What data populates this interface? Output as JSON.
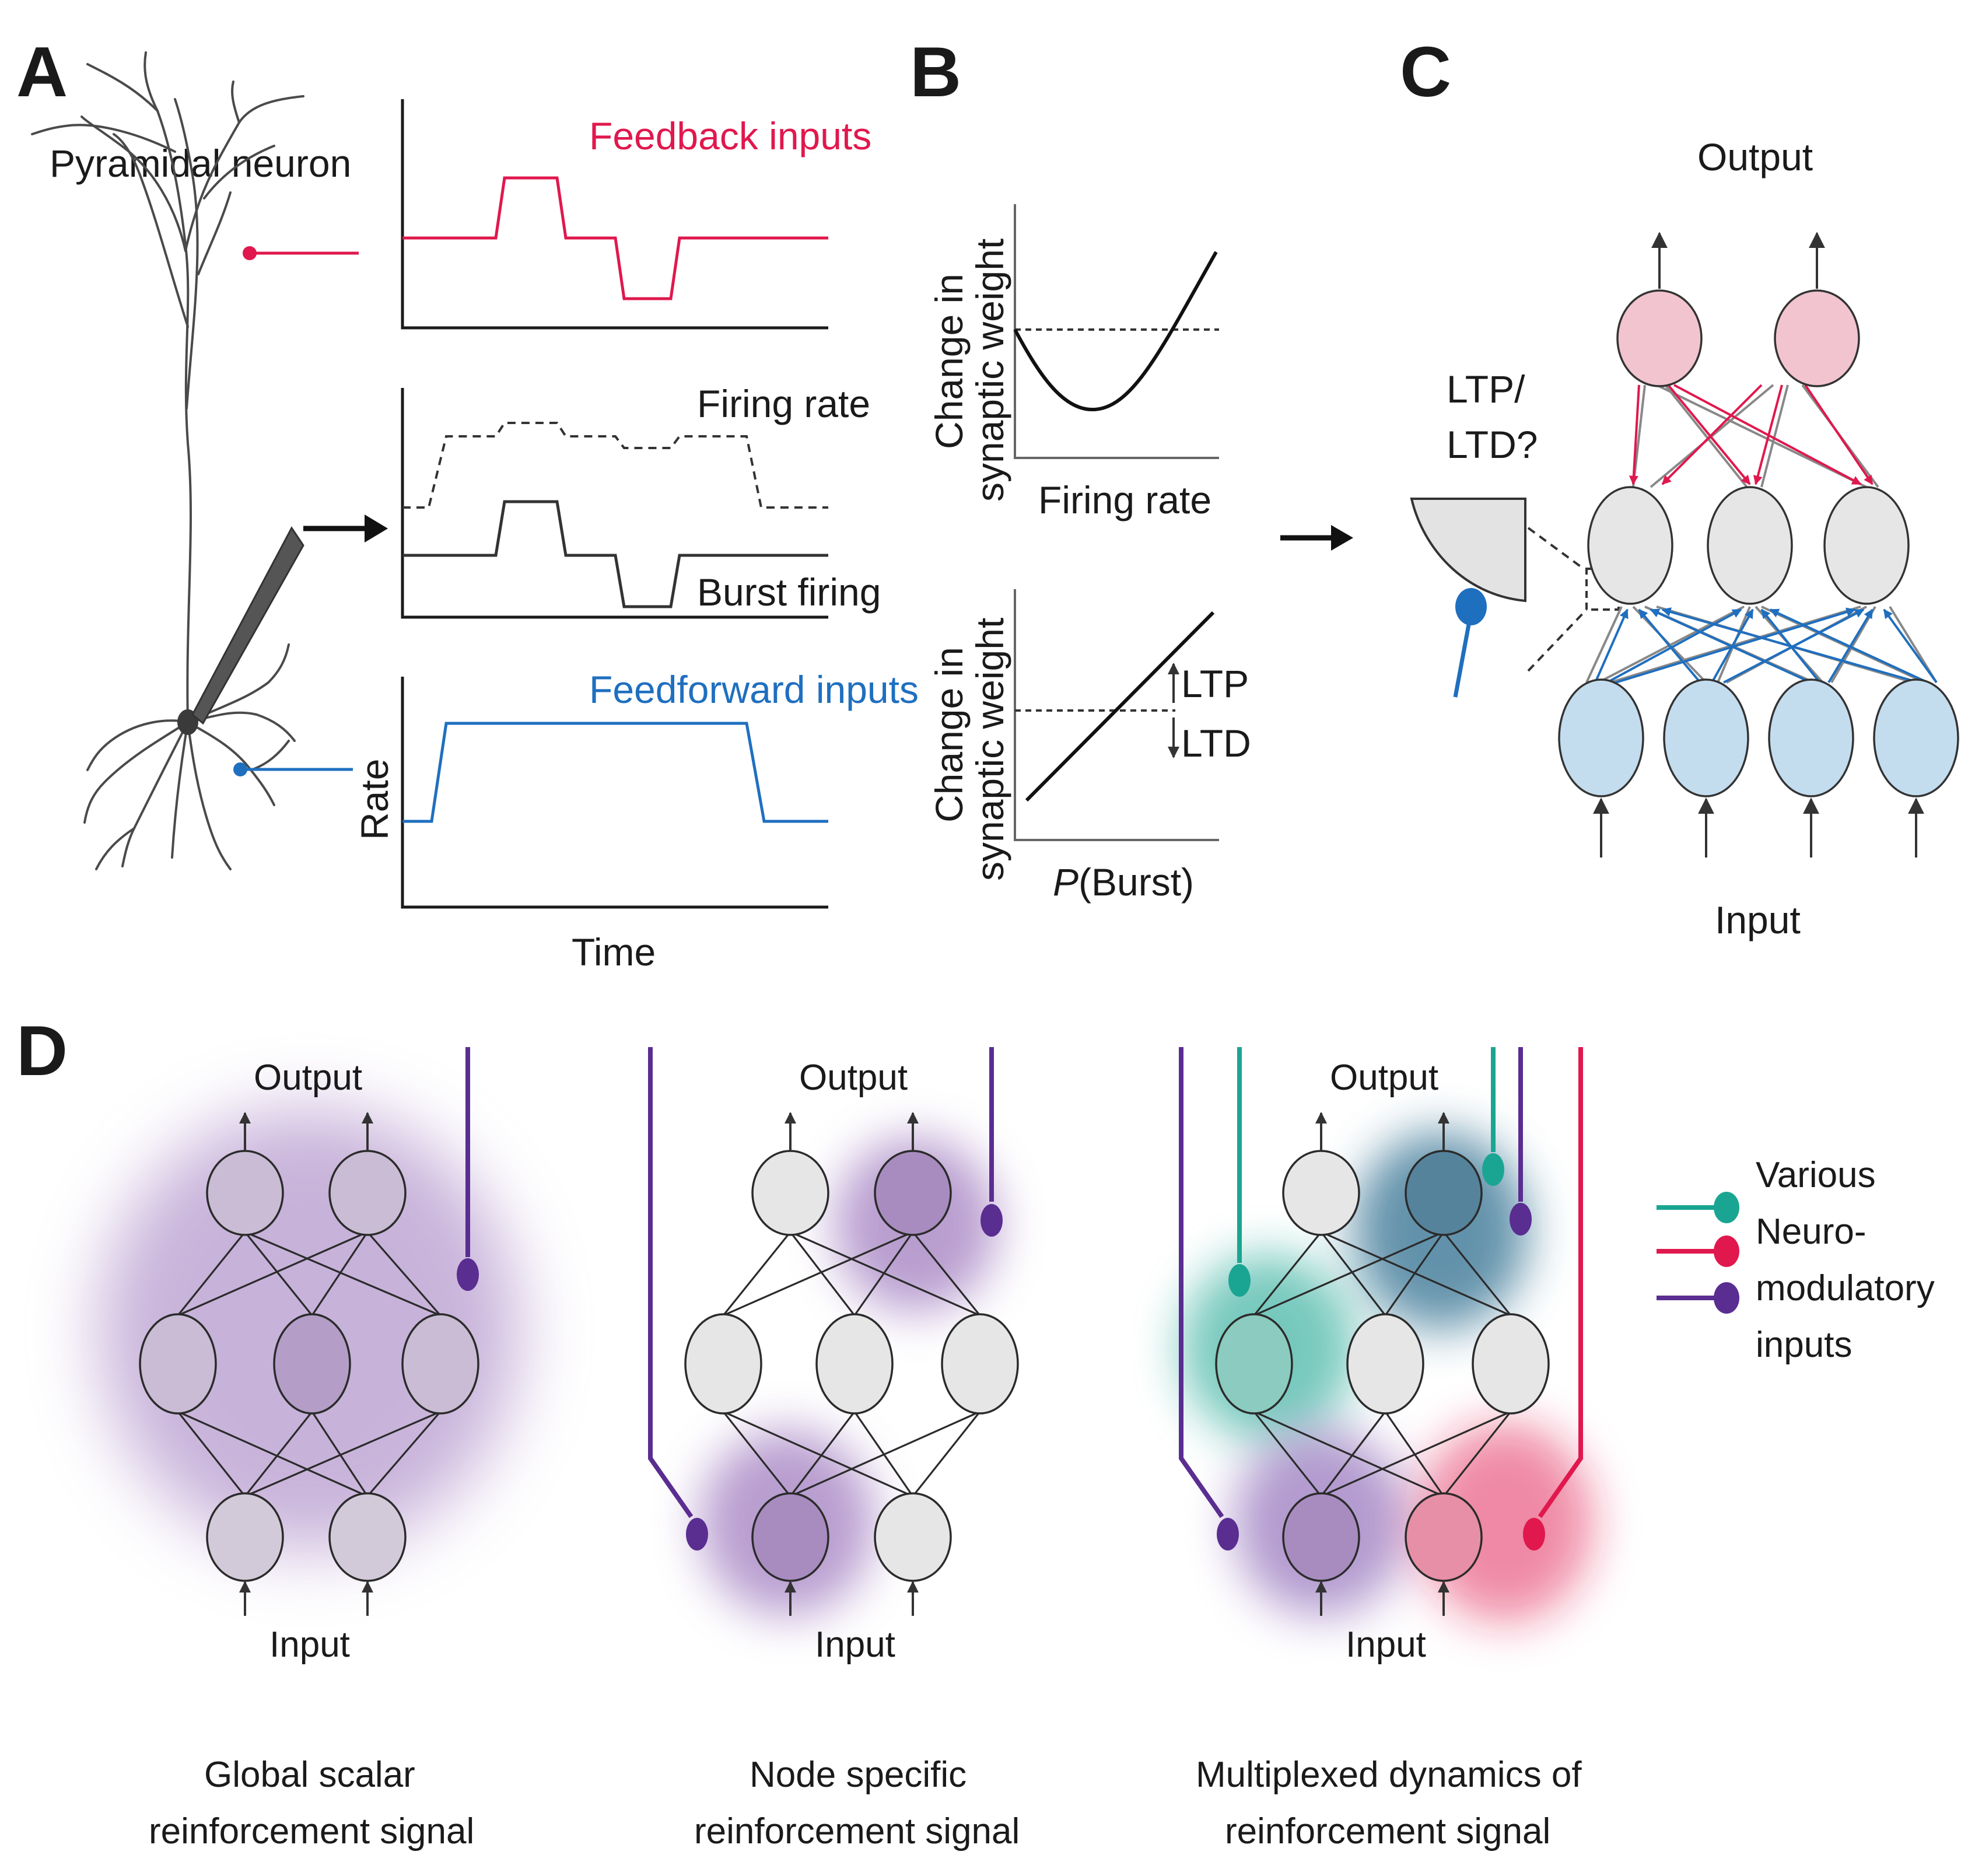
{
  "panels": {
    "A": {
      "letter": "A",
      "neuron_label": "Pyramidal neuron",
      "trace_feedback": "Feedback inputs",
      "trace_rate": "Firing rate",
      "trace_burst": "Burst firing",
      "trace_feedforward": "Feedforward inputs",
      "ylabel": "Rate",
      "xlabel": "Time"
    },
    "B": {
      "letter": "B",
      "top": {
        "ylabel_line1": "Change in",
        "ylabel_line2": "synaptic weight",
        "xlabel": "Firing rate"
      },
      "bottom": {
        "ylabel_line1": "Change in",
        "ylabel_line2": "synaptic weight",
        "xlabel_italic": "P",
        "xlabel_rest": "(Burst)",
        "ltp": "LTP",
        "ltd": "LTD"
      }
    },
    "C": {
      "letter": "C",
      "output": "Output",
      "input": "Input",
      "question_line1": "LTP/",
      "question_line2": "LTD?"
    },
    "D": {
      "letter": "D",
      "networks": [
        {
          "output": "Output",
          "input": "Input",
          "caption_line1": "Global scalar",
          "caption_line2": "reinforcement signal"
        },
        {
          "output": "Output",
          "input": "Input",
          "caption_line1": "Node specific",
          "caption_line2": "reinforcement signal"
        },
        {
          "output": "Output",
          "input": "Input",
          "caption_line1": "Multiplexed dynamics of",
          "caption_line2": "reinforcement signal"
        }
      ],
      "legend": {
        "line1": "Various",
        "line2": "Neuro-",
        "line3": "modulatory",
        "line4": "inputs"
      }
    }
  },
  "colors": {
    "feedback": "#e0184d",
    "feedforward": "#1f6fbf",
    "purple": "#5a2d91",
    "teal": "#1aa592",
    "pink_node": "#f2c4cf",
    "blue_node": "#c3ddef",
    "gray_node": "#e6e6e6"
  }
}
